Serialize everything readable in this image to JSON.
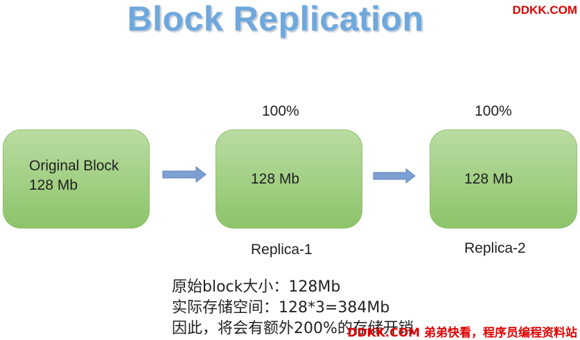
{
  "title": "Block Replication",
  "watermark_top": "DDKK.COM",
  "boxes": [
    {
      "line1": "Original Block",
      "line2": "128 Mb"
    },
    {
      "percent": "100%",
      "text": "128 Mb",
      "label": "Replica-1"
    },
    {
      "percent": "100%",
      "text": "128 Mb",
      "label": "Replica-2"
    }
  ],
  "notes": [
    "原始block大小：128Mb",
    "实际存储空间：128*3=384Mb",
    "因此，将会有额外200%的存储开销"
  ],
  "watermark_bottom": "DDKK.COM 弟弟快看，程序员编程资料站",
  "colors": {
    "title": "#6fa8dc",
    "box_fill": "#a3d07f",
    "box_border": "#8fbf6a",
    "arrow": "#7e9fd4",
    "watermark": "#e00000"
  }
}
